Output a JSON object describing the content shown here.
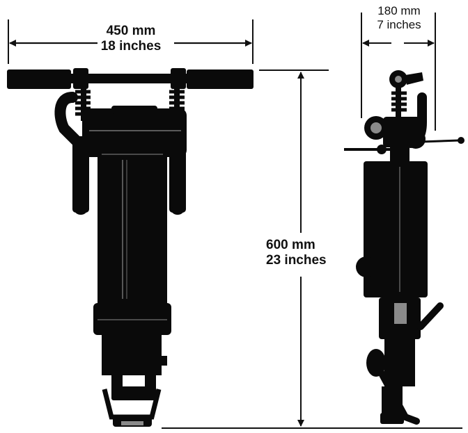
{
  "dimensions": {
    "width": {
      "metric": "450 mm",
      "imperial": "18 inches"
    },
    "depth": {
      "metric": "180 mm",
      "imperial": "7 inches"
    },
    "height": {
      "metric": "600 mm",
      "imperial": "23 inches"
    }
  },
  "colors": {
    "tool": "#0a0a0a",
    "line": "#111111",
    "highlight": "#8a8a8a",
    "background": "#ffffff"
  }
}
